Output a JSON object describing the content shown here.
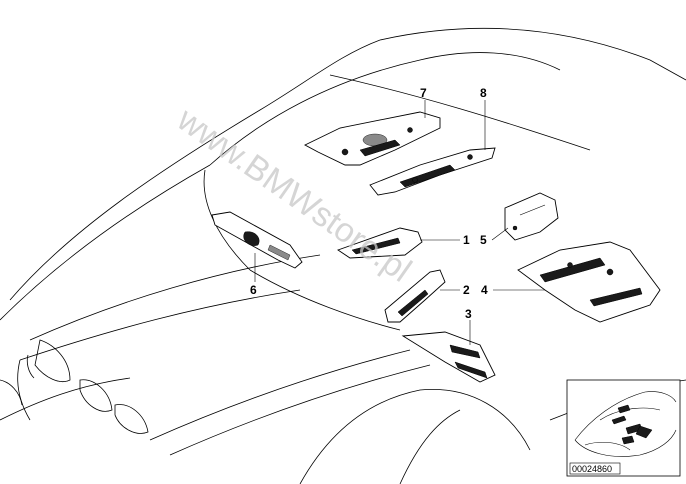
{
  "diagram": {
    "callouts": [
      "1",
      "2",
      "3",
      "4",
      "5",
      "6",
      "7",
      "8"
    ],
    "watermark": "www.BMWstore.pl",
    "reference_number": "00024860"
  }
}
